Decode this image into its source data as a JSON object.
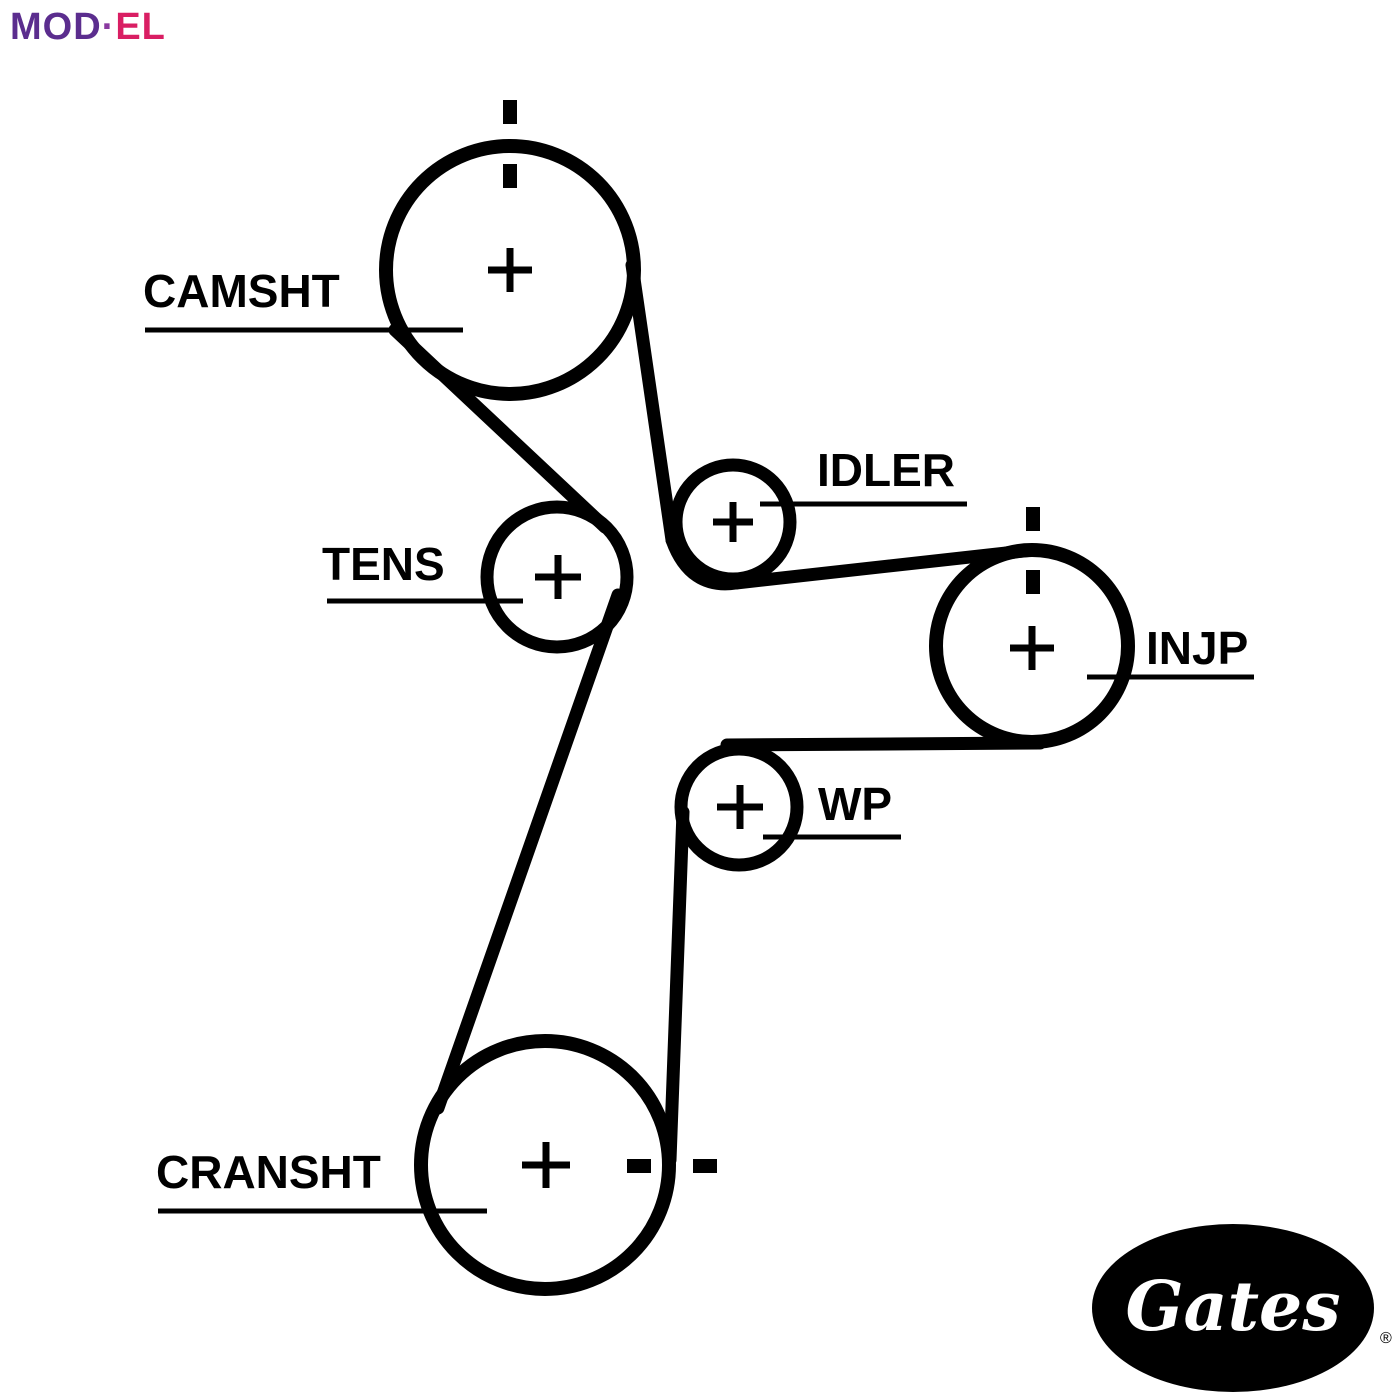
{
  "brand_logo": {
    "part1": "MOD",
    "dot": "·",
    "part2": "EL",
    "color_primary": "#5b2d8e",
    "color_accent": "#d91e63",
    "icon": "mod-el-logo"
  },
  "gates_logo": {
    "text": "Gates",
    "registered": "®",
    "icon": "gates-oval-logo"
  },
  "labels": {
    "camshaft": "CAMSHT",
    "idler": "IDLER",
    "tensioner": "TENS",
    "injection_pump": "INJP",
    "water_pump": "WP",
    "crankshaft": "CRANSHT"
  },
  "colors": {
    "line": "#000000",
    "background": "#ffffff"
  }
}
